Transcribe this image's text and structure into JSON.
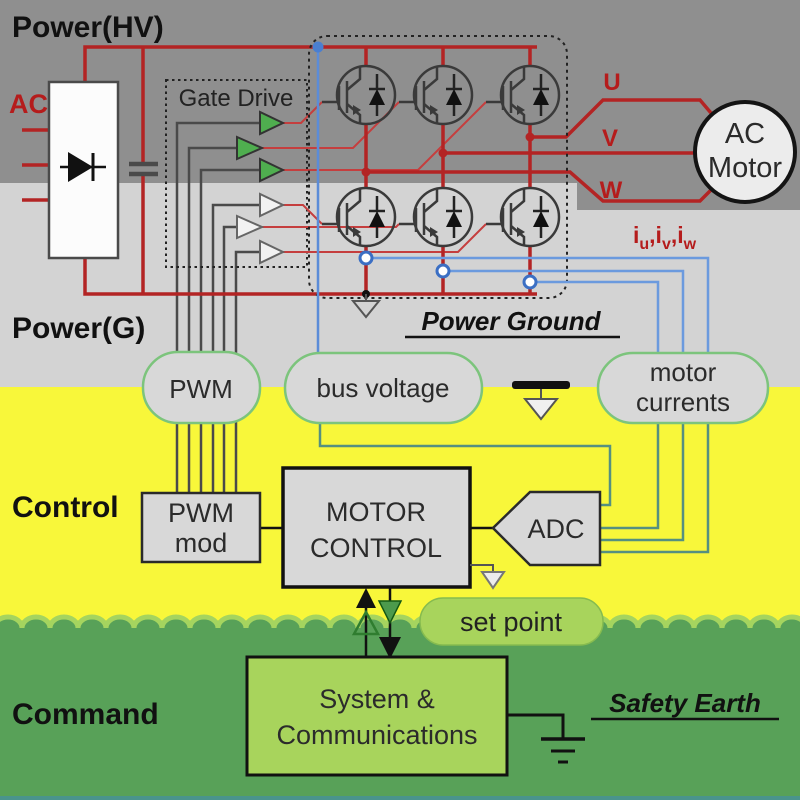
{
  "bands": {
    "power_hv_label": "Power(HV)",
    "power_g_label": "Power(G)",
    "control_label": "Control",
    "command_label": "Command"
  },
  "power_stage": {
    "ac_label": "AC",
    "gate_drive_label": "Gate Drive",
    "phase_u": "U",
    "phase_v": "V",
    "phase_w": "W",
    "motor_label_line1": "AC",
    "motor_label_line2": "Motor",
    "power_ground_label": "Power Ground",
    "currents_label": {
      "p1": "i",
      "s1": "u",
      "p2": ",i",
      "s2": "v",
      "p3": ",i",
      "s3": "w"
    }
  },
  "signal_blocks": {
    "pwm": "PWM",
    "bus_voltage": "bus voltage",
    "motor_currents_line1": "motor",
    "motor_currents_line2": "currents"
  },
  "control_blocks": {
    "pwm_mod_line1": "PWM",
    "pwm_mod_line2": "mod",
    "motor_control_line1": "MOTOR",
    "motor_control_line2": "CONTROL",
    "adc": "ADC",
    "set_point": "set point"
  },
  "command_blocks": {
    "system_comm_line1": "System &",
    "system_comm_line2": "Communications",
    "safety_earth_label": "Safety Earth"
  },
  "colors": {
    "dark_red_wire": "#b32424",
    "label_red": "#b51c1c",
    "blue_node": "#4a7fd0",
    "light_blue_wire": "#6b9ade",
    "teal_wire": "#559080",
    "yellow_band": "#f8f73a",
    "green_band": "#58a158",
    "light_green_fill": "#a8d45c",
    "dark_gray_band": "#8f8f8f",
    "light_gray_band": "#d3d3d3",
    "block_fill": "#d8d8d8",
    "pill_border": "#7cc47c",
    "buffer_green": "#4fae4f"
  }
}
